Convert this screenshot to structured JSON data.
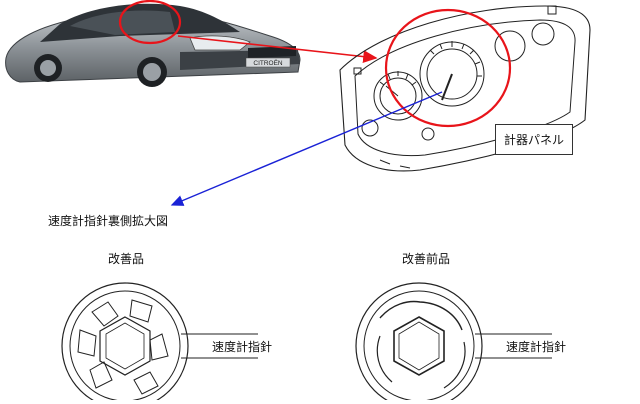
{
  "car": {
    "badge": "CITROËN"
  },
  "panel": {
    "label": "計器パネル"
  },
  "caption": "速度計指針裏側拡大図",
  "improved": {
    "title": "改善品",
    "pointer_label": "速度計指針"
  },
  "before": {
    "title": "改善前品",
    "pointer_label": "速度計指針"
  },
  "colors": {
    "highlight": "#e8141a",
    "arrow_red": "#e8141a",
    "arrow_blue": "#1a22d6",
    "car_body": "#8e9499"
  }
}
